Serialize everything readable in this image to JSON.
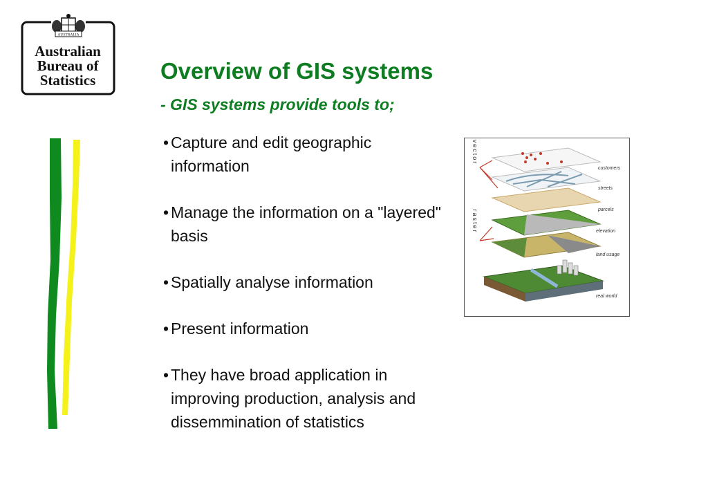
{
  "logo": {
    "org_lines": [
      "Australian",
      "Bureau of",
      "Statistics"
    ],
    "crest_label": "AUSTRALIA"
  },
  "slide": {
    "title": "Overview of GIS systems",
    "subtitle": "- GIS systems provide tools to;",
    "bullets": [
      "Capture and edit geographic information",
      "Manage the information on a \"layered\" basis",
      "Spatially analyse information",
      "Present information",
      "They have broad application in improving production, analysis and dissemmination of statistics"
    ]
  },
  "figure": {
    "group_labels": [
      "vector",
      "raster"
    ],
    "layer_labels": [
      "customers",
      "streets",
      "parcels",
      "elevation",
      "land usage",
      "real world"
    ]
  },
  "colors": {
    "heading": "#0e7d22",
    "stripe_green": "#0f8a1f",
    "stripe_yellow": "#f4f21a"
  }
}
